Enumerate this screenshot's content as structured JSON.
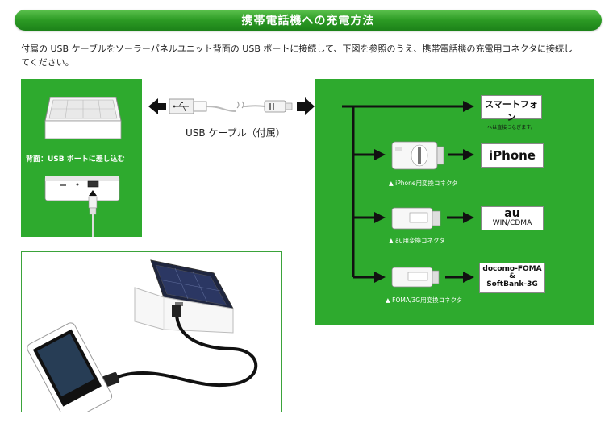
{
  "header": {
    "title": "携帯電話機への充電方法"
  },
  "intro": {
    "text": "付属の USB ケーブルをソーラーパネルユニット背面の USB ポートに接続して、下図を参照のうえ、携帯電話機の充電用コネクタに接続してください。"
  },
  "left_panel": {
    "back_label": "背面：USB ポートに差し込む"
  },
  "cable": {
    "label": "USB ケーブル（付属）"
  },
  "destinations": {
    "smartphone_main": "スマートフォン",
    "smartphone_sub": "へは直接つなぎます。",
    "iphone": "iPhone",
    "au_main": "au",
    "au_sub": "WIN/CDMA",
    "docomo_line1": "docomo-FOMA",
    "docomo_line2": "&",
    "docomo_line3": "SoftBank-3G"
  },
  "converters": {
    "iphone": "▲ iPhone用変換コネクタ",
    "au": "▲ au用変換コネクタ",
    "foma": "▲ FOMA/3G用変換コネクタ"
  },
  "colors": {
    "accent_green": "#2eaa2e",
    "header_green": "#2c9a24"
  },
  "icons": [
    "left-arrow-icon",
    "right-arrow-icon",
    "usb-symbol-icon",
    "up-triangle-icon"
  ]
}
